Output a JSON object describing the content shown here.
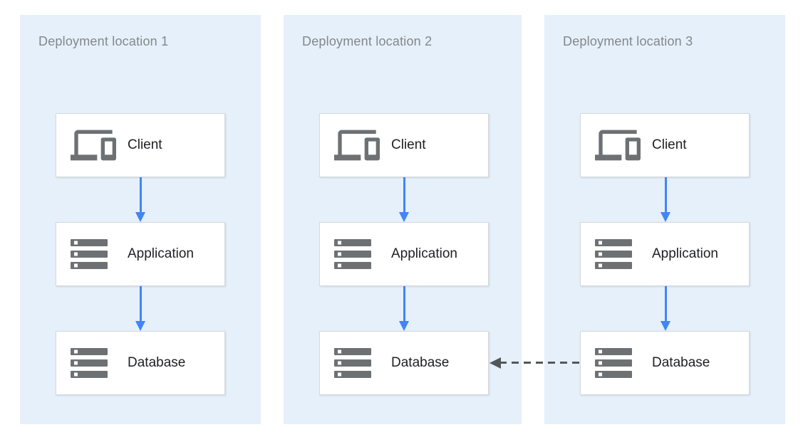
{
  "panels": [
    {
      "title": "Deployment location 1",
      "nodes": [
        {
          "id": "client",
          "label": "Client",
          "icon": "devices-icon"
        },
        {
          "id": "application",
          "label": "Application",
          "icon": "server-stack-icon"
        },
        {
          "id": "database",
          "label": "Database",
          "icon": "server-stack-icon"
        }
      ]
    },
    {
      "title": "Deployment location 2",
      "nodes": [
        {
          "id": "client",
          "label": "Client",
          "icon": "devices-icon"
        },
        {
          "id": "application",
          "label": "Application",
          "icon": "server-stack-icon"
        },
        {
          "id": "database",
          "label": "Database",
          "icon": "server-stack-icon"
        }
      ]
    },
    {
      "title": "Deployment location 3",
      "nodes": [
        {
          "id": "client",
          "label": "Client",
          "icon": "devices-icon"
        },
        {
          "id": "application",
          "label": "Application",
          "icon": "server-stack-icon"
        },
        {
          "id": "database",
          "label": "Database",
          "icon": "server-stack-icon"
        }
      ]
    }
  ],
  "connections": [
    {
      "panel": "Deployment location 1",
      "from": "Client",
      "to": "Application",
      "style": "solid-blue-arrow"
    },
    {
      "panel": "Deployment location 1",
      "from": "Application",
      "to": "Database",
      "style": "solid-blue-arrow"
    },
    {
      "panel": "Deployment location 2",
      "from": "Client",
      "to": "Application",
      "style": "solid-blue-arrow"
    },
    {
      "panel": "Deployment location 2",
      "from": "Application",
      "to": "Database",
      "style": "solid-blue-arrow"
    },
    {
      "panel": "Deployment location 3",
      "from": "Client",
      "to": "Application",
      "style": "solid-blue-arrow"
    },
    {
      "panel": "Deployment location 3",
      "from": "Application",
      "to": "Database",
      "style": "solid-blue-arrow"
    },
    {
      "from": "Deployment location 3 / Database",
      "to": "Deployment location 2 / Database",
      "style": "dashed-gray-arrow"
    }
  ],
  "colors": {
    "page_bg": "#FFFFFF",
    "panel_bg": "#E6F0FA",
    "box_bg": "#FFFFFF",
    "box_border": "#D5D9DD",
    "title_text": "#82878C",
    "label_text": "#202124",
    "icon_gray": "#6D7174",
    "arrow_blue": "#4285F4",
    "arrow_dashed": "#54575A"
  }
}
